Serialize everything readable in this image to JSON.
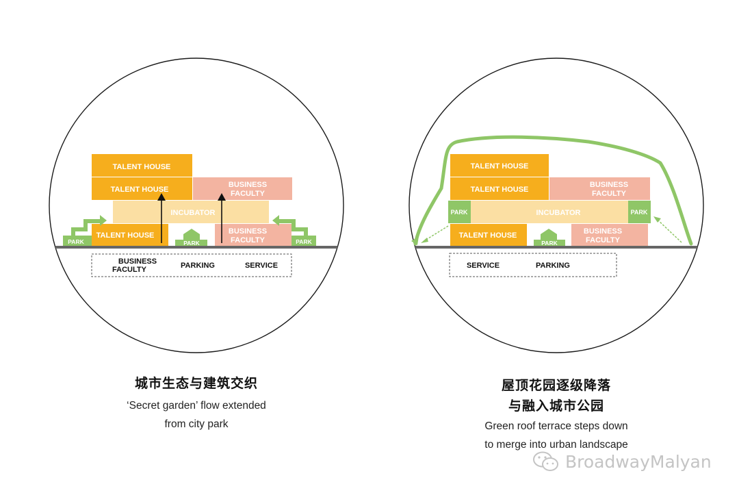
{
  "diagrams": [
    {
      "id": "left",
      "blocks": {
        "talent_house_top": "TALENT HOUSE",
        "talent_house_mid": "TALENT HOUSE",
        "business_faculty_upper": [
          "BUSINESS",
          "FACULTY"
        ],
        "incubator": "INCUBATOR",
        "talent_house_low": "TALENT HOUSE",
        "business_faculty_lower": [
          "BUSINESS",
          "FACULTY"
        ],
        "park_left": "PARK",
        "park_center": "PARK",
        "park_right": "PARK"
      },
      "basement": {
        "business_faculty": [
          "BUSINESS",
          "FACULTY"
        ],
        "parking": "PARKING",
        "service": "SERVICE"
      },
      "caption_cn": "城市生态与建筑交织",
      "caption_en": [
        "‘Secret garden’ flow extended",
        "from city park"
      ]
    },
    {
      "id": "right",
      "blocks": {
        "talent_house_top": "TALENT HOUSE",
        "talent_house_mid": "TALENT HOUSE",
        "business_faculty_upper": [
          "BUSINESS",
          "FACULTY"
        ],
        "incubator": "INCUBATOR",
        "park_left": "PARK",
        "park_right": "PARK",
        "talent_house_low": "TALENT HOUSE",
        "park_center": "PARK",
        "business_faculty_lower": [
          "BUSINESS",
          "FACULTY"
        ]
      },
      "basement": {
        "service": "SERVICE",
        "parking": "PARKING"
      },
      "caption_cn": [
        "屋顶花园逐级降落",
        "与融入城市公园"
      ],
      "caption_en": [
        "Green roof terrace steps down",
        "to merge into urban landscape"
      ]
    }
  ],
  "watermark": "BroadwayMalyan",
  "colors": {
    "orange": "#f6ae1d",
    "light_yellow": "#fbdfa3",
    "salmon": "#f3b4a1",
    "green": "#8fc667",
    "ground": "#666666",
    "label": "#ffffff"
  }
}
